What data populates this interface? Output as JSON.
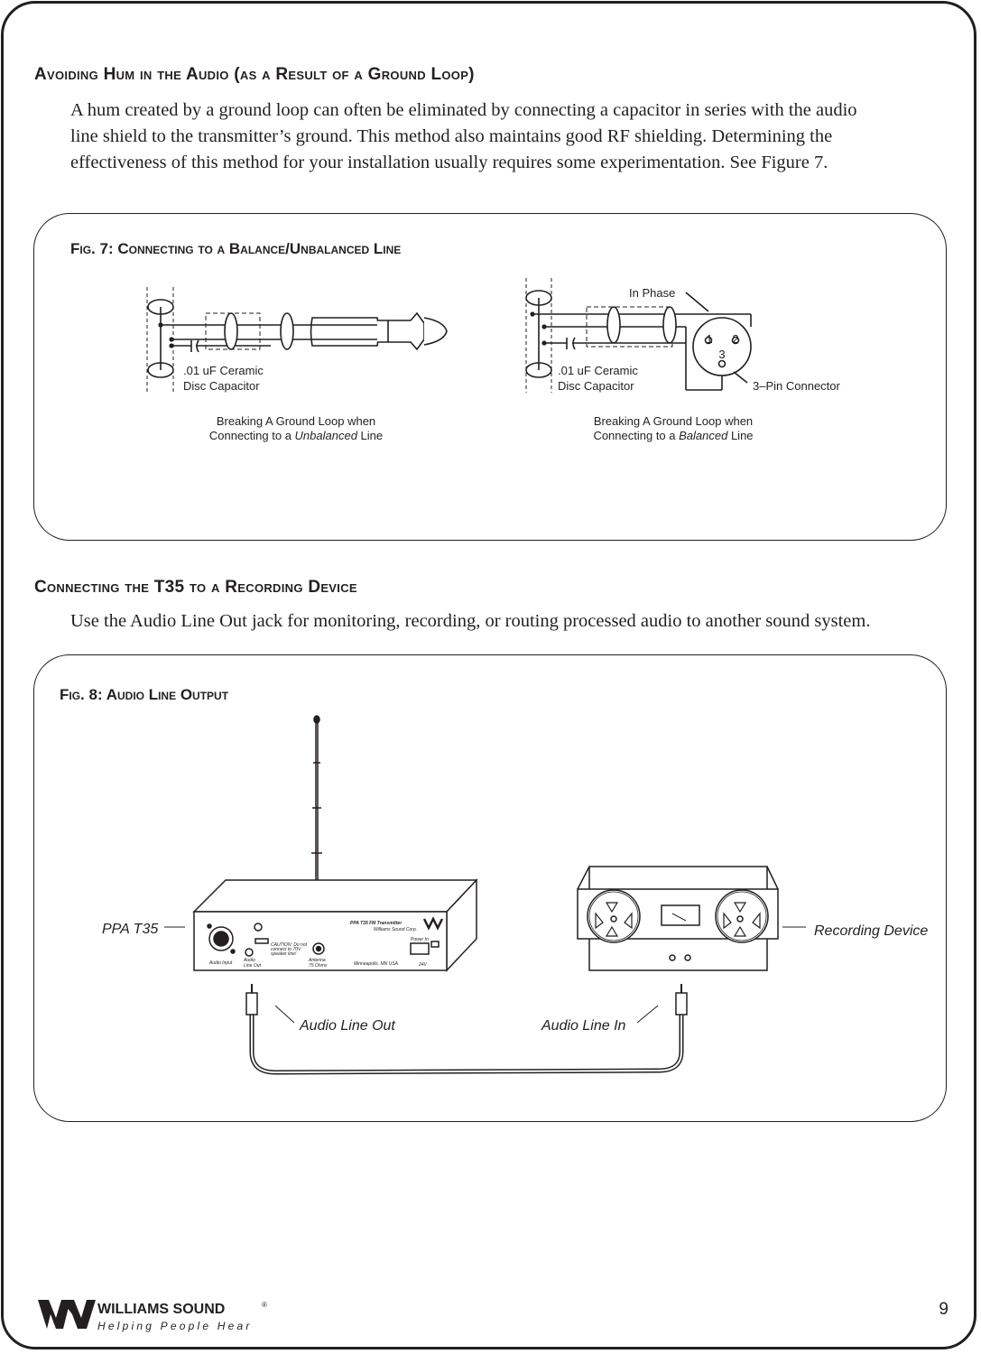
{
  "section1": {
    "heading": "Avoiding Hum in the Audio (as a Result of a Ground Loop)",
    "lines": [
      "A hum created by a ground loop can often be eliminated by connecting a capacitor in series with the audio",
      "line shield to the transmitter’s ground.  This method also maintains good RF shielding.  Determining the",
      "effectiveness of this method for your installation usually requires some experimentation.  See Figure 7."
    ]
  },
  "fig7": {
    "title": "Fig. 7:  Connecting to a Balance/Unbalanced Line",
    "left": {
      "cap_line1": ".01 uF Ceramic",
      "cap_line2": "Disc Capacitor",
      "caption_line1": "Breaking A Ground Loop when",
      "caption_prefix": "Connecting to a ",
      "caption_emph": "Unbalanced",
      "caption_suffix": " Line"
    },
    "right": {
      "in_phase": "In Phase",
      "pin1": "1",
      "pin2": "2",
      "pin3": "3",
      "cap_line1": ".01 uF Ceramic",
      "cap_line2": "Disc Capacitor",
      "connector": "3–Pin Connector",
      "caption_line1": "Breaking A Ground Loop when",
      "caption_prefix": "Connecting to a ",
      "caption_emph": "Balanced",
      "caption_suffix": " Line"
    }
  },
  "section2": {
    "heading": "Connecting the T35 to a Recording Device",
    "line": "Use the Audio Line Out jack for monitoring, recording, or routing processed audio to another sound system."
  },
  "fig8": {
    "title": "Fig. 8:  Audio Line Output",
    "ppa_label": "PPA T35",
    "recording_label": "Recording Device",
    "line_out_label": "Audio Line Out",
    "line_in_label": "Audio Line In",
    "tx": {
      "brand": "PPA T35 FM Transmitter",
      "maker": "Williams Sound Corp.",
      "audio_input": "Audio Input",
      "audio_line_out_1": "Audio",
      "audio_line_out_2": "Line Out",
      "antenna_1": "Antenna",
      "antenna_2": "75 Ohms",
      "location": "Minneapolis, MN  USA",
      "power_in": "Power In",
      "caution_1": "CAUTION: Do not",
      "caution_2": "connect to 70V",
      "caution_3": "speaker line!",
      "voltage": "24V"
    }
  },
  "footer": {
    "brand": "WILLIAMS SOUND",
    "registered": "®",
    "tagline": "Helping People Hear",
    "page": "9"
  }
}
